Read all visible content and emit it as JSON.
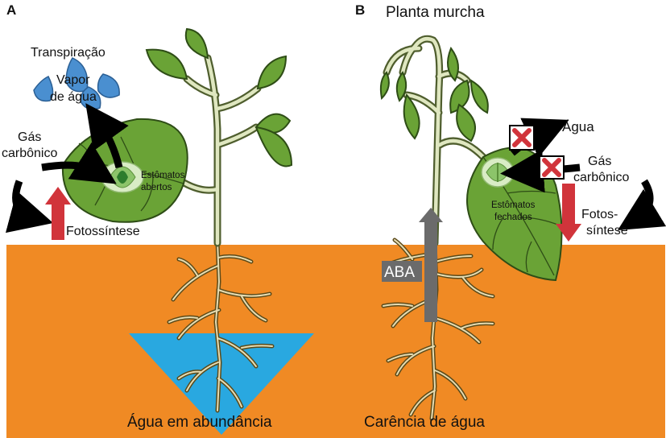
{
  "panels": {
    "a": {
      "letter": "A",
      "transpiration_label": "Transpiração",
      "vapor_label_line1": "Vapor",
      "vapor_label_line2": "de água",
      "co2_label_line1": "Gás",
      "co2_label_line2": "carbônico",
      "stomata_label_line1": "Estômatos",
      "stomata_label_line2": "abertos",
      "photosynthesis_label": "Fotossíntese",
      "caption": "Água em abundância"
    },
    "b": {
      "letter": "B",
      "title": "Planta murcha",
      "water_label": "Água",
      "co2_label_line1": "Gás",
      "co2_label_line2": "carbônico",
      "stomata_label_line1": "Estômatos",
      "stomata_label_line2": "fechados",
      "photosynthesis_label_line1": "Fotos-",
      "photosynthesis_label_line2": "síntese",
      "aba_label": "ABA",
      "caption": "Carência de água"
    }
  },
  "colors": {
    "soil": "#f08a24",
    "water": "#29a8e0",
    "leaf": "#6aa336",
    "photosynthesis_arrow": "#d1343b",
    "aba_arrow": "#6b6b6b",
    "blocked_mark": "#d1343b",
    "vapor_drop": "#4a8fd0"
  },
  "icons": [
    "vapor-drop-icon",
    "blocked-x-icon",
    "arrow-icon"
  ]
}
